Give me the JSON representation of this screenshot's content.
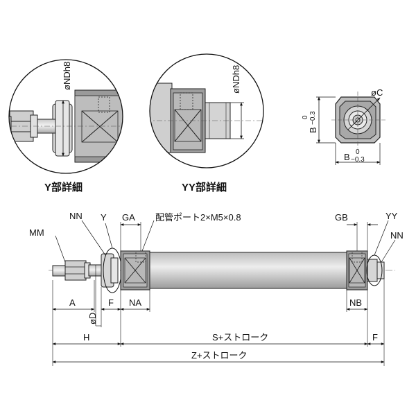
{
  "detail_views": {
    "y_detail_title": "Y部詳細",
    "yy_detail_title": "YY部詳細",
    "y_rod_dim": "øNDh8",
    "yy_rod_dim": "øNDh8"
  },
  "end_view": {
    "dia_c": "øC",
    "b_side": "B",
    "b_side_tol_upper": "0",
    "b_side_tol_lower": "−0.3",
    "b_bottom": "B",
    "b_bottom_tol_upper": "0",
    "b_bottom_tol_lower": "−0.3"
  },
  "main_view": {
    "mm": "MM",
    "nn_left": "NN",
    "y_ref": "Y",
    "ga": "GA",
    "port_note": "配管ポート2×M5×0.8",
    "gb": "GB",
    "yy_ref": "YY",
    "nn_right": "NN",
    "a": "A",
    "f_left": "F",
    "na": "NA",
    "nb": "NB",
    "dia_d": "øD",
    "h": "H",
    "s_stroke": "S+ストローク",
    "f_right": "F",
    "z_stroke": "Z+ストローク"
  }
}
